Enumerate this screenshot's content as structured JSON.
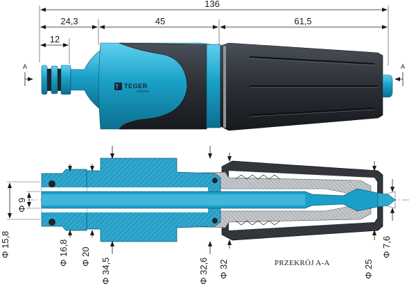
{
  "dimensions": {
    "overall": "136",
    "coupling_length": "24,3",
    "coupling_inner": "12",
    "middle_length": "45",
    "nozzle_length": "61,5"
  },
  "section_marks": {
    "left": "A",
    "right": "A"
  },
  "brand": {
    "name": "TEGER",
    "sub": "GREEN"
  },
  "diameters": [
    "Φ 15,8",
    "Φ 9",
    "Φ 16,8",
    "Φ 20",
    "Φ 34,5",
    "Φ 32,6",
    "Φ 32",
    "Φ 25",
    "Φ 7,6"
  ],
  "section_caption": "PRZEKRÓJ A-A",
  "colors": {
    "body_blue": "#1aa0c8",
    "body_dark": "#2b2f35",
    "hatch_blue": "#2fa8d0",
    "metal_grey": "#b9bcc0"
  }
}
